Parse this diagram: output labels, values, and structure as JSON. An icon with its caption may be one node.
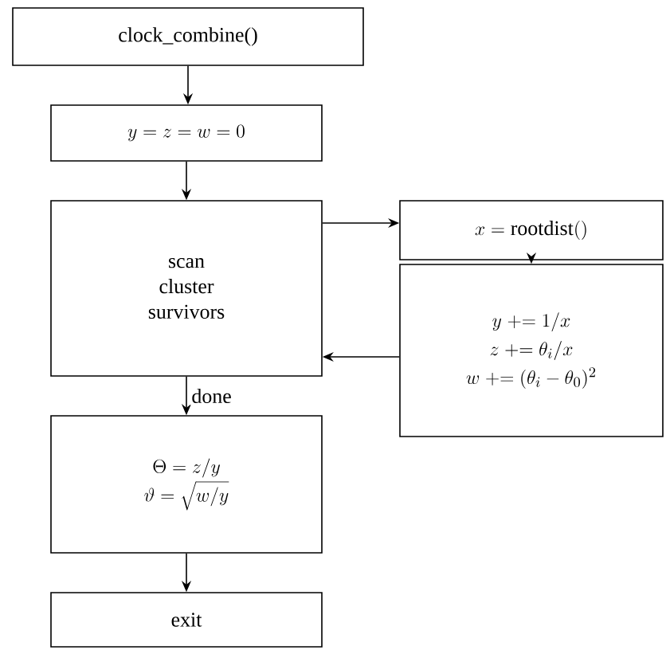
{
  "diagram": {
    "nodes": [
      {
        "text": [
          "clock_combine()"
        ]
      },
      {
        "text": [
          "y = z = w = 0"
        ]
      },
      {
        "text": [
          "scan cluster survivors"
        ]
      },
      {
        "text": [
          "x = \\mathrm{rootdist}()"
        ]
      },
      {
        "text": [
          "y \\mathrel{+}= 1/x",
          "z \\mathrel{+}= \\theta_i/x",
          "w \\mathrel{+}= (\\theta_i - \\theta_0)^2"
        ]
      },
      {
        "text": [
          "\\Theta = z/y",
          "\\vartheta = \\sqrt{w/y}"
        ]
      },
      {
        "text": [
          "exit"
        ]
      }
    ],
    "edges": [
      {
        "from": 0,
        "to": 1,
        "arrow": "to"
      },
      {
        "from": 1,
        "to": 2,
        "arrow": "to"
      },
      {
        "from": 2,
        "to": 3,
        "arrow": "to"
      },
      {
        "from": 3,
        "to": 4,
        "arrow": "to"
      },
      {
        "from": 4,
        "to": 2,
        "arrow": "to"
      },
      {
        "from": 2,
        "to": 5,
        "arrow": "to",
        "label": "done"
      },
      {
        "from": 5,
        "to": 6,
        "arrow": "to"
      }
    ]
  }
}
